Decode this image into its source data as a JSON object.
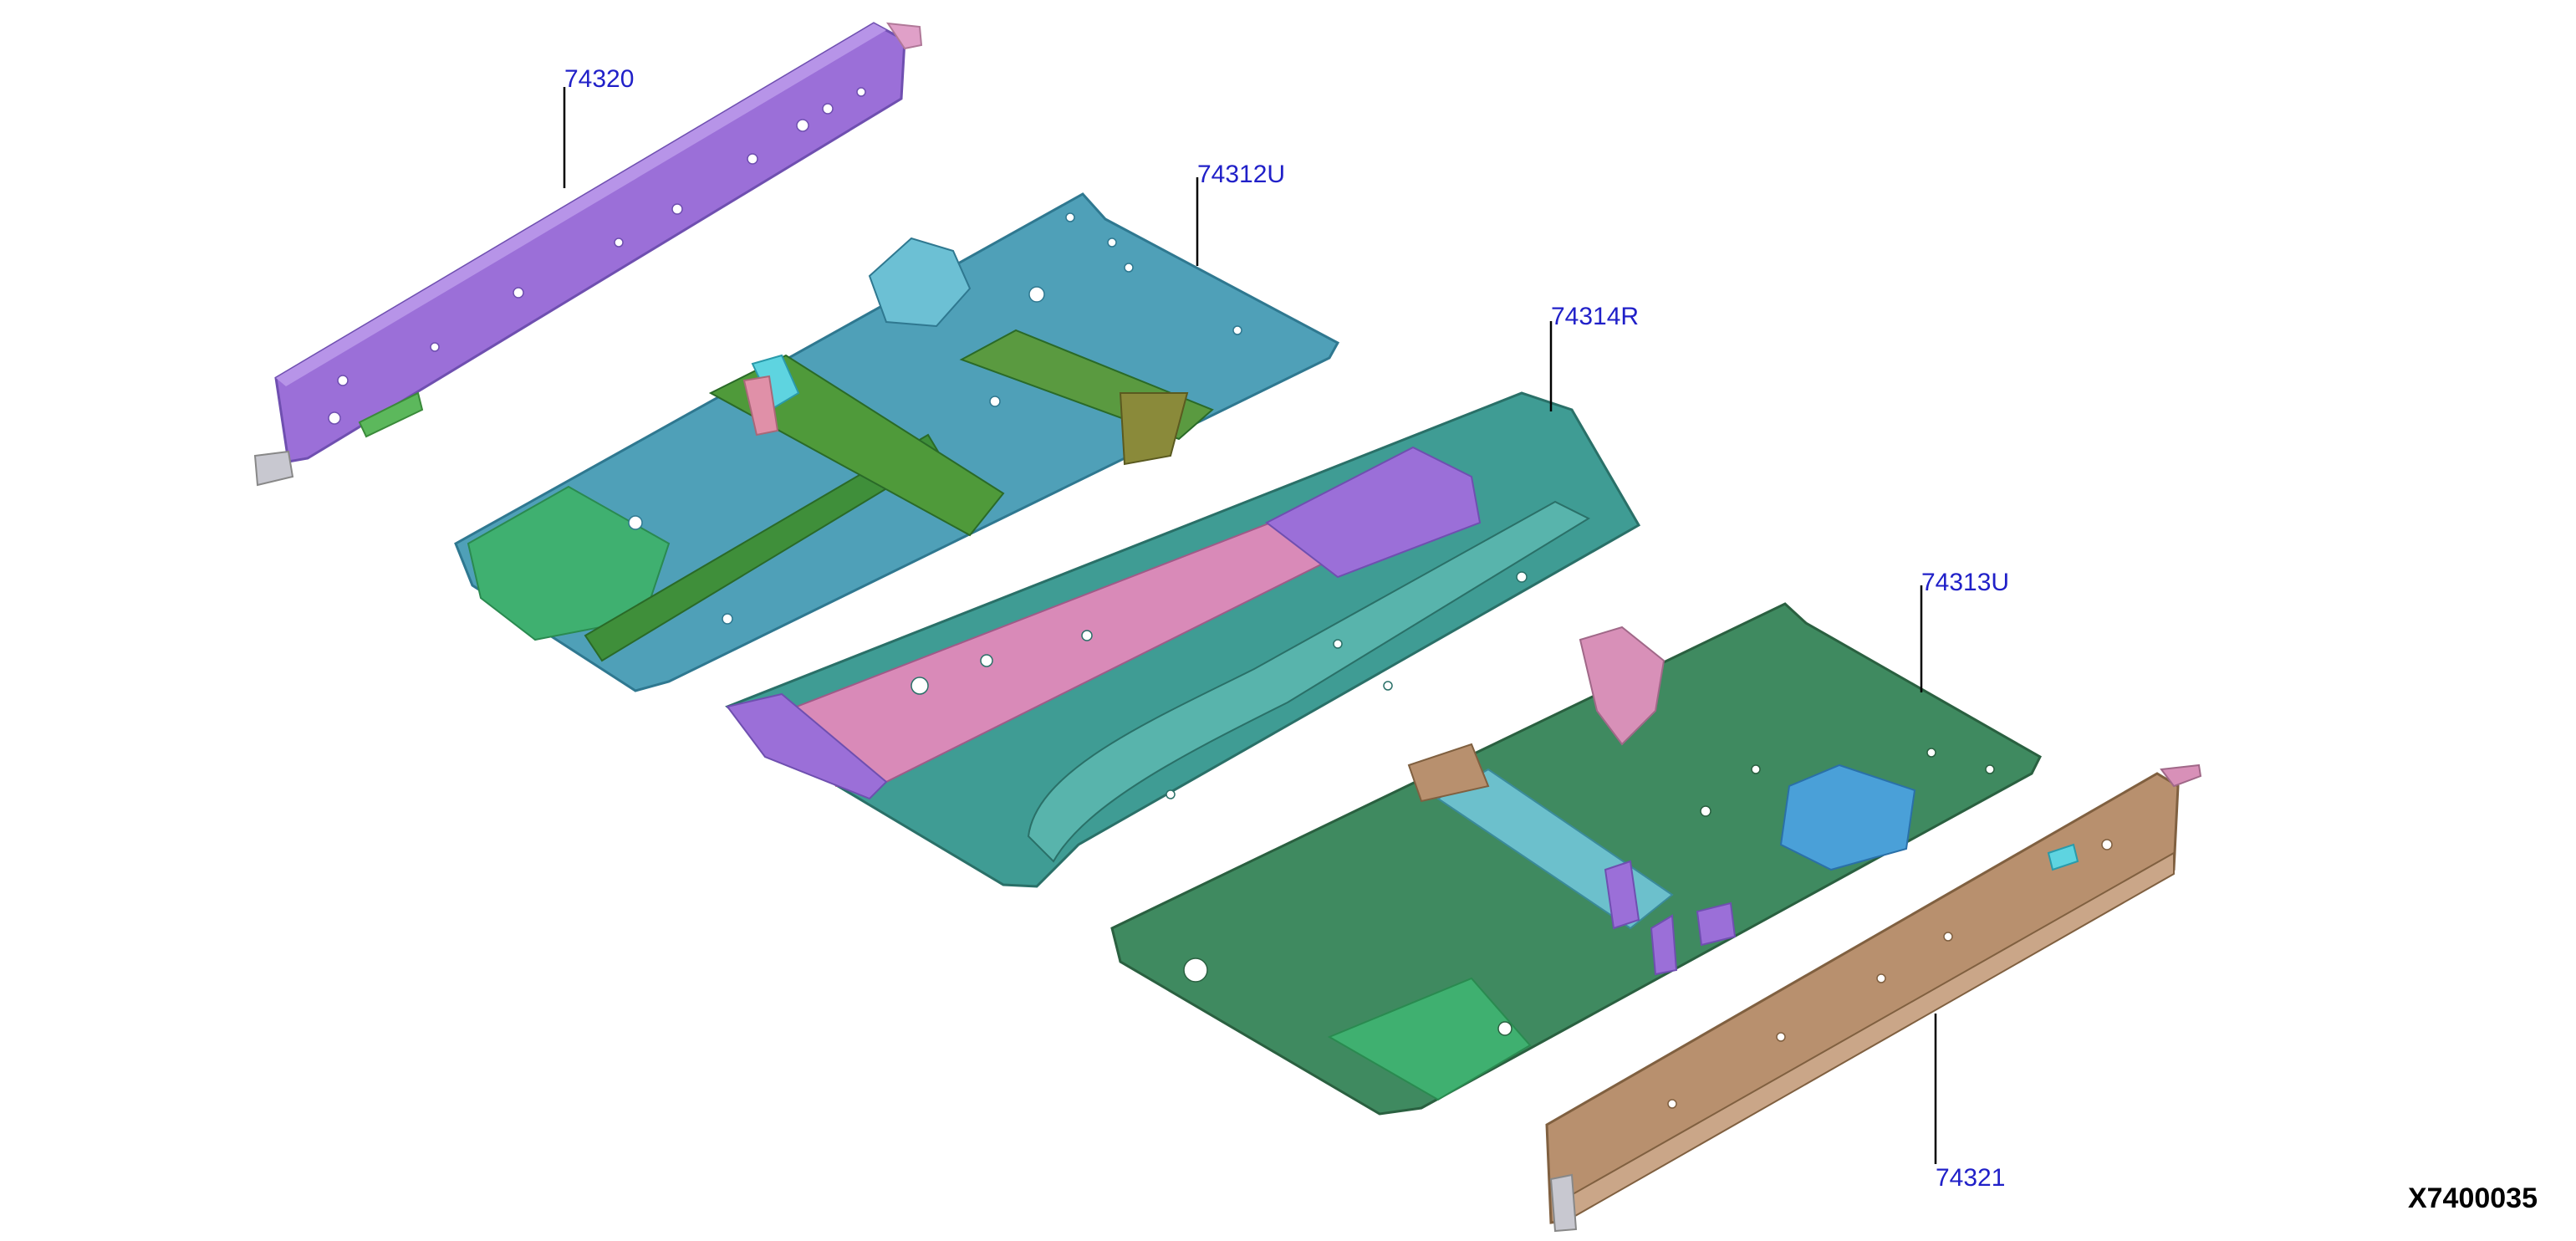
{
  "figure_id": "X7400035",
  "colors": {
    "label": "#2020c8",
    "leader": "#000000",
    "side_sill_inner": "#9b6fd8",
    "front_floor": "#4fa0b8",
    "front_floor_member": "#3f8f3a",
    "rear_floor_center": "#3f9c94",
    "floor_tunnel_reinf": "#d98ab8",
    "rear_floor": "#3f8a60",
    "crossmember": "#6cc0cc",
    "side_sill_outer": "#b8906e",
    "bracket_pink": "#d890b8",
    "bracket_blue": "#4aa0d8"
  },
  "parts": [
    {
      "label": "74320"
    },
    {
      "label": "74312U"
    },
    {
      "label": "74314R"
    },
    {
      "label": "74313U"
    },
    {
      "label": "74321"
    }
  ]
}
